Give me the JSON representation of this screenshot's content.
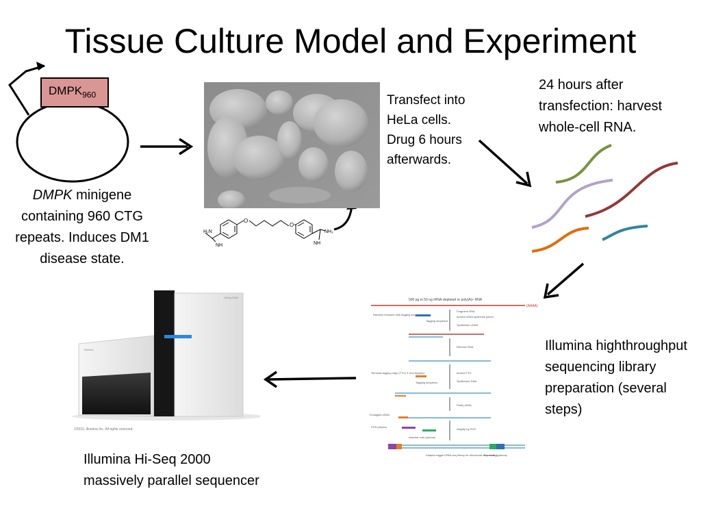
{
  "slide": {
    "title": "Tissue Culture Model and Experiment",
    "dmpk_label": "DMPK",
    "dmpk_subscript": "960",
    "plasmid_caption_italic": "DMPK",
    "plasmid_caption_rest": " minigene containing 960 CTG repeats. Induces DM1 disease state.",
    "transfect_text": "Transfect into HeLa cells. Drug 6 hours afterwards.",
    "harvest_text": "24 hours after transfection: harvest whole-cell RNA.",
    "library_text": "Illumina highthroughput sequencing library preparation (several steps)",
    "sequencer_text": "Illumina Hi-Seq 2000 massively parallel sequencer"
  },
  "molecule": {
    "left_group": "H₂N",
    "left_imine": "NH",
    "right_group": "NH₂",
    "right_imine": "NH",
    "oxygen": "O"
  },
  "rna_colors": [
    "#77933c",
    "#953735",
    "#b3a2c7",
    "#e36c09",
    "#31859c"
  ],
  "library_figure": {
    "header": "500 pg to 50 ng rRNA-depleted or poly(A)+ RNA",
    "polyA": "(AAAA)",
    "random_hexamer": "Random hexamer with tagging sequence",
    "steps": [
      "Fragment RNA",
      "Anneal cDNA synthesis primer",
      "Synthesize cDNA",
      "Remove RNA",
      "Anneal TTO",
      "Synthesize DNA",
      "Purify cDNA",
      "Amplify by PCR"
    ],
    "tagging": "Tagging sequence",
    "terminal_tagging": "Terminal-tagging oligo (TTO) 3' end blocked",
    "ditagged": "Di-tagged cDNA",
    "pcr_primers": "PCR primers",
    "index": "Index/bar code (optional)",
    "footer": "Adaptor-tagged RNA-seq library for directional sequencing",
    "barcode": "Bar code (optional)"
  },
  "sequencer": {
    "brand_front": "illumina",
    "brand_top": "HiSeq 2000",
    "copyright": "©2010, Illumina Inc. All rights reserved."
  }
}
